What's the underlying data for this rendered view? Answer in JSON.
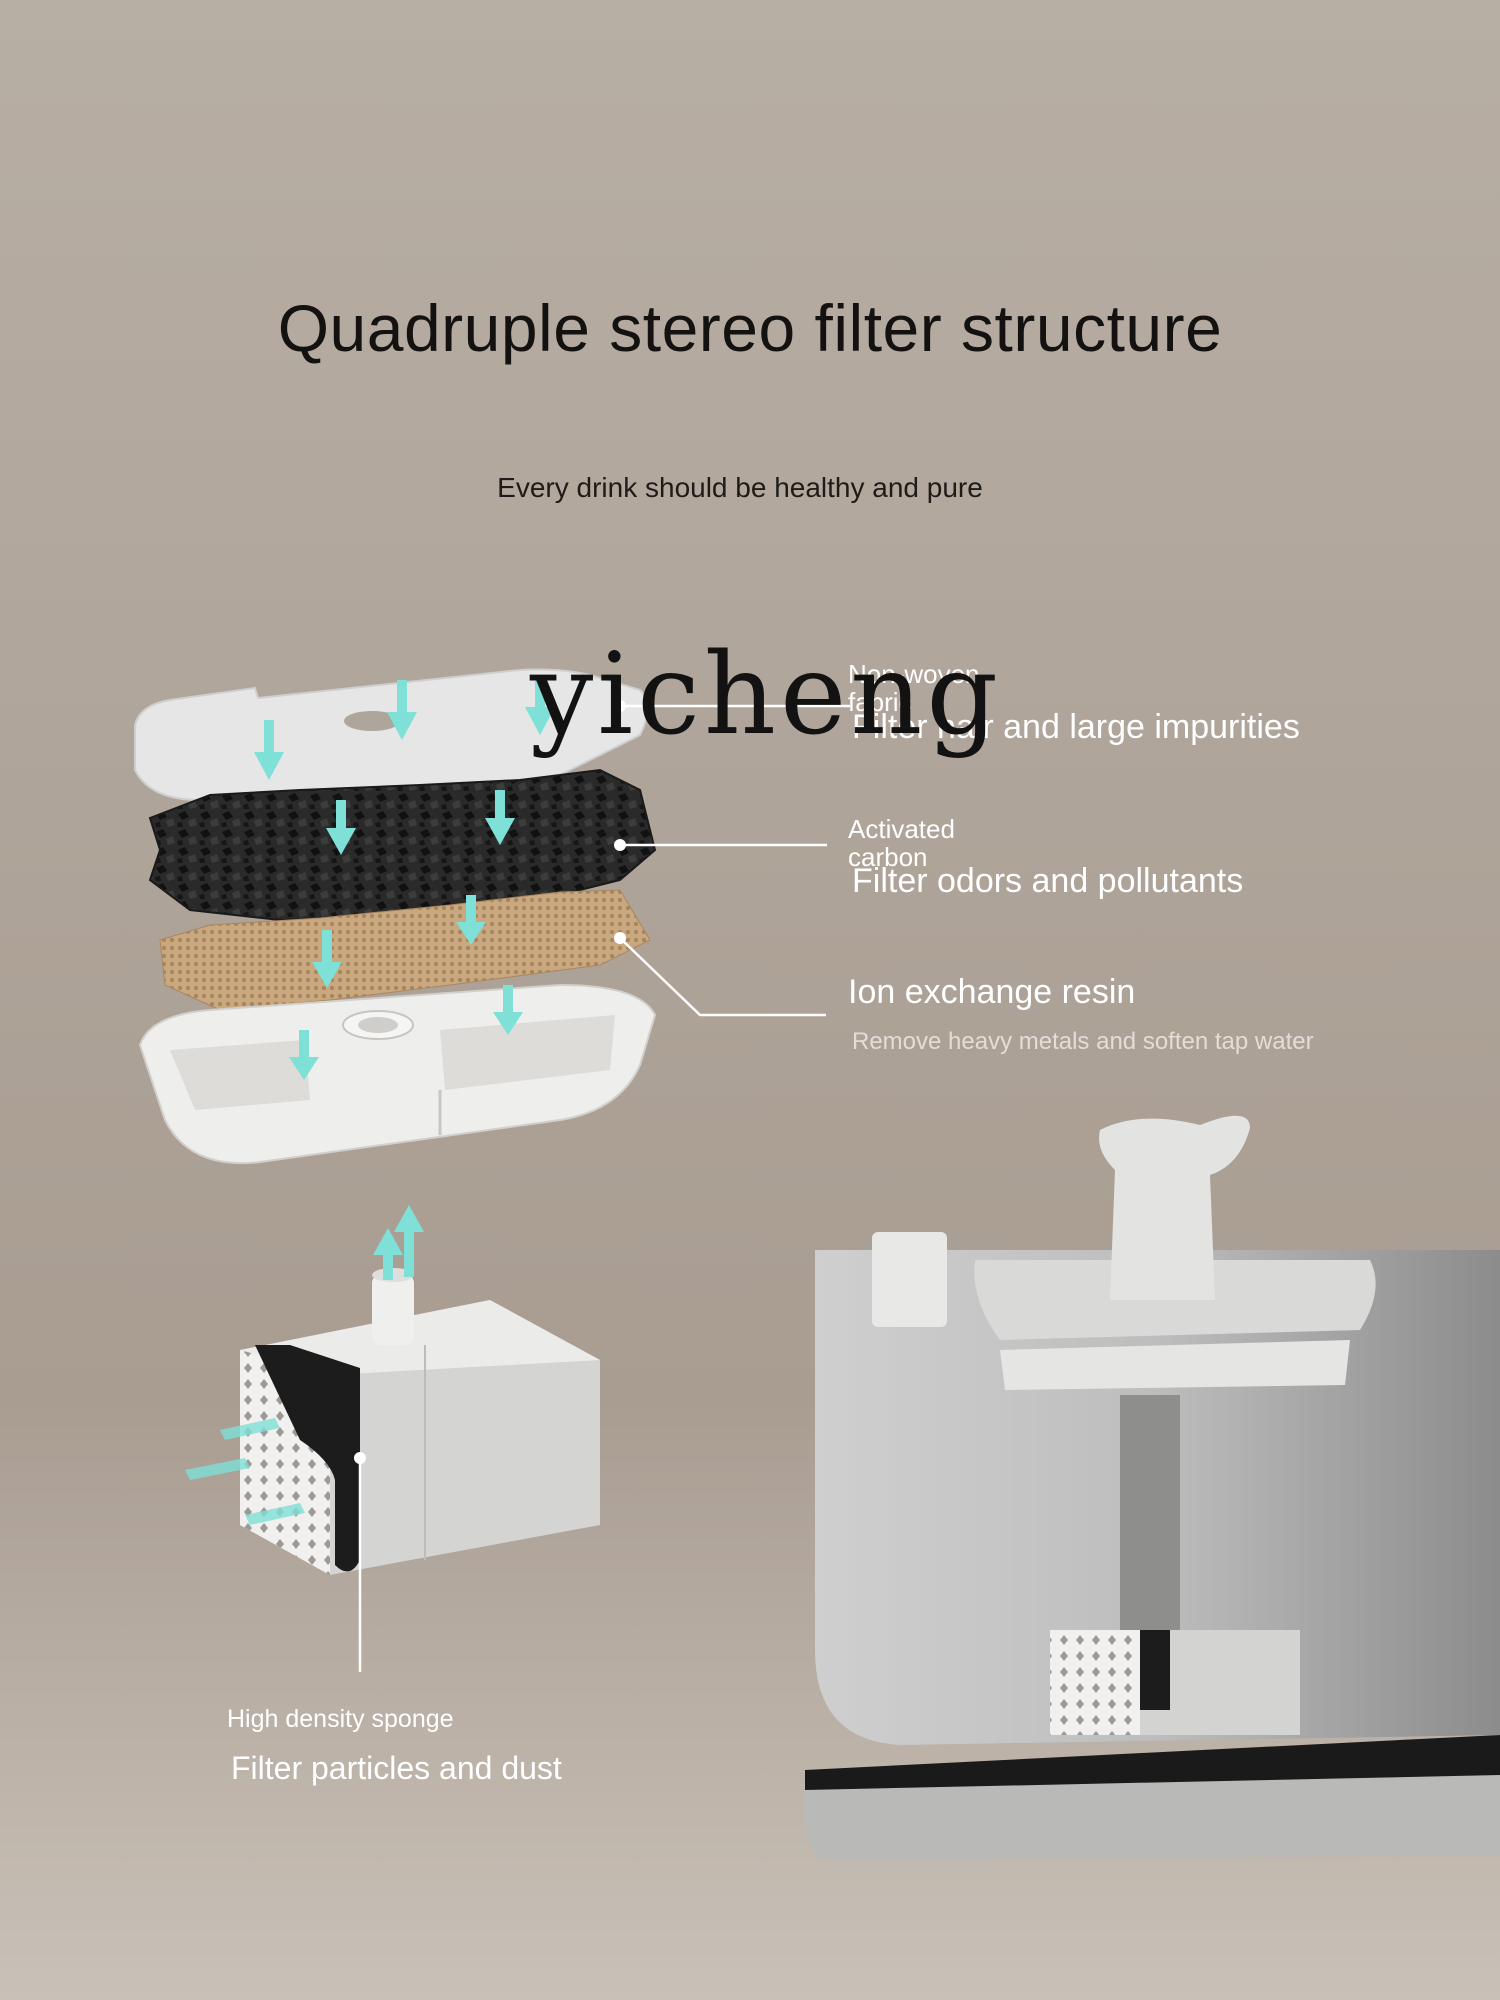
{
  "page": {
    "title": "Quadruple stereo filter structure",
    "subtitle": "Every drink should be healthy and pure",
    "watermark": "yicheng"
  },
  "layers": [
    {
      "name": "Non-woven fabric",
      "line1": "Non-woven",
      "line2": "fabric",
      "description": "Filter hair and large impurities"
    },
    {
      "name": "Activated carbon",
      "line1": "Activated",
      "line2": "carbon",
      "description": "Filter odors and pollutants"
    },
    {
      "name": "Ion exchange resin",
      "description": "Remove heavy metals and soften tap water"
    },
    {
      "name": "High density sponge",
      "description": "Filter particles and dust"
    }
  ],
  "colors": {
    "background": "#afa59a",
    "arrow": "#7ee0d6",
    "carbon": "#232323",
    "resin": "#c6a57e",
    "plastic": "#e9e7e4",
    "label": "#ffffff"
  },
  "icons": [
    "flow-arrow-icon"
  ]
}
